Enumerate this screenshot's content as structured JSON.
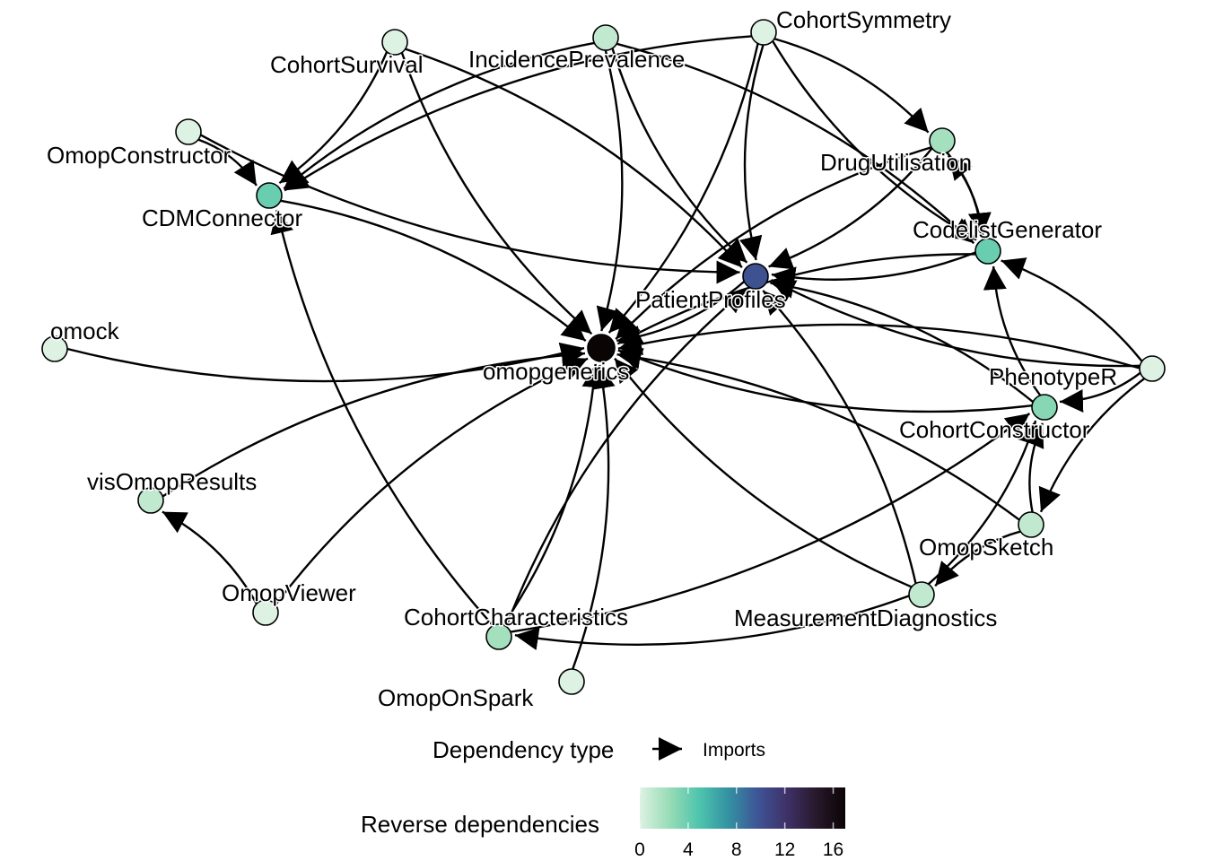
{
  "chart_data": {
    "type": "network",
    "title": "",
    "nodes": [
      {
        "id": "omopgenerics",
        "reverse_dependencies": 17
      },
      {
        "id": "PatientProfiles",
        "reverse_dependencies": 10
      },
      {
        "id": "CDMConnector",
        "reverse_dependencies": 4
      },
      {
        "id": "CodelistGenerator",
        "reverse_dependencies": 4
      },
      {
        "id": "CohortConstructor",
        "reverse_dependencies": 3
      },
      {
        "id": "DrugUtilisation",
        "reverse_dependencies": 2
      },
      {
        "id": "CohortCharacteristics",
        "reverse_dependencies": 2
      },
      {
        "id": "IncidencePrevalence",
        "reverse_dependencies": 1
      },
      {
        "id": "visOmopResults",
        "reverse_dependencies": 1
      },
      {
        "id": "OmopSketch",
        "reverse_dependencies": 1
      },
      {
        "id": "MeasurementDiagnostics",
        "reverse_dependencies": 1
      },
      {
        "id": "CohortSurvival",
        "reverse_dependencies": 0
      },
      {
        "id": "CohortSymmetry",
        "reverse_dependencies": 0
      },
      {
        "id": "OmopConstructor",
        "reverse_dependencies": 0
      },
      {
        "id": "omock",
        "reverse_dependencies": 0
      },
      {
        "id": "PhenotypeR",
        "reverse_dependencies": 0
      },
      {
        "id": "OmopViewer",
        "reverse_dependencies": 0
      },
      {
        "id": "OmopOnSpark",
        "reverse_dependencies": 0
      }
    ],
    "edges": [
      {
        "from": "CohortSurvival",
        "to": "CDMConnector",
        "type": "Imports"
      },
      {
        "from": "CohortSurvival",
        "to": "omopgenerics",
        "type": "Imports"
      },
      {
        "from": "CohortSurvival",
        "to": "PatientProfiles",
        "type": "Imports"
      },
      {
        "from": "IncidencePrevalence",
        "to": "CDMConnector",
        "type": "Imports"
      },
      {
        "from": "IncidencePrevalence",
        "to": "omopgenerics",
        "type": "Imports"
      },
      {
        "from": "IncidencePrevalence",
        "to": "PatientProfiles",
        "type": "Imports"
      },
      {
        "from": "IncidencePrevalence",
        "to": "CodelistGenerator",
        "type": "Imports"
      },
      {
        "from": "CohortSymmetry",
        "to": "CDMConnector",
        "type": "Imports"
      },
      {
        "from": "CohortSymmetry",
        "to": "omopgenerics",
        "type": "Imports"
      },
      {
        "from": "CohortSymmetry",
        "to": "PatientProfiles",
        "type": "Imports"
      },
      {
        "from": "CohortSymmetry",
        "to": "DrugUtilisation",
        "type": "Imports"
      },
      {
        "from": "CohortSymmetry",
        "to": "CodelistGenerator",
        "type": "Imports"
      },
      {
        "from": "OmopConstructor",
        "to": "CDMConnector",
        "type": "Imports"
      },
      {
        "from": "OmopConstructor",
        "to": "PatientProfiles",
        "type": "Imports"
      },
      {
        "from": "CDMConnector",
        "to": "omopgenerics",
        "type": "Imports"
      },
      {
        "from": "omock",
        "to": "omopgenerics",
        "type": "Imports"
      },
      {
        "from": "DrugUtilisation",
        "to": "PatientProfiles",
        "type": "Imports"
      },
      {
        "from": "DrugUtilisation",
        "to": "omopgenerics",
        "type": "Imports"
      },
      {
        "from": "DrugUtilisation",
        "to": "CodelistGenerator",
        "type": "Imports"
      },
      {
        "from": "CodelistGenerator",
        "to": "DrugUtilisation",
        "type": "Imports"
      },
      {
        "from": "CodelistGenerator",
        "to": "PatientProfiles",
        "type": "Imports"
      },
      {
        "from": "CodelistGenerator",
        "to": "omopgenerics",
        "type": "Imports"
      },
      {
        "from": "PatientProfiles",
        "to": "omopgenerics",
        "type": "Imports"
      },
      {
        "from": "PhenotypeR",
        "to": "CodelistGenerator",
        "type": "Imports"
      },
      {
        "from": "PhenotypeR",
        "to": "CohortConstructor",
        "type": "Imports"
      },
      {
        "from": "PhenotypeR",
        "to": "OmopSketch",
        "type": "Imports"
      },
      {
        "from": "PhenotypeR",
        "to": "PatientProfiles",
        "type": "Imports"
      },
      {
        "from": "PhenotypeR",
        "to": "omopgenerics",
        "type": "Imports"
      },
      {
        "from": "CohortConstructor",
        "to": "omopgenerics",
        "type": "Imports"
      },
      {
        "from": "CohortConstructor",
        "to": "PatientProfiles",
        "type": "Imports"
      },
      {
        "from": "CohortConstructor",
        "to": "CodelistGenerator",
        "type": "Imports"
      },
      {
        "from": "OmopSketch",
        "to": "omopgenerics",
        "type": "Imports"
      },
      {
        "from": "OmopSketch",
        "to": "CohortConstructor",
        "type": "Imports"
      },
      {
        "from": "OmopSketch",
        "to": "MeasurementDiagnostics",
        "type": "Imports"
      },
      {
        "from": "MeasurementDiagnostics",
        "to": "CohortCharacteristics",
        "type": "Imports"
      },
      {
        "from": "MeasurementDiagnostics",
        "to": "CohortConstructor",
        "type": "Imports"
      },
      {
        "from": "MeasurementDiagnostics",
        "to": "omopgenerics",
        "type": "Imports"
      },
      {
        "from": "MeasurementDiagnostics",
        "to": "PatientProfiles",
        "type": "Imports"
      },
      {
        "from": "CohortCharacteristics",
        "to": "CDMConnector",
        "type": "Imports"
      },
      {
        "from": "CohortCharacteristics",
        "to": "omopgenerics",
        "type": "Imports"
      },
      {
        "from": "CohortCharacteristics",
        "to": "PatientProfiles",
        "type": "Imports"
      },
      {
        "from": "CohortCharacteristics",
        "to": "CohortConstructor",
        "type": "Imports"
      },
      {
        "from": "visOmopResults",
        "to": "omopgenerics",
        "type": "Imports"
      },
      {
        "from": "OmopViewer",
        "to": "visOmopResults",
        "type": "Imports"
      },
      {
        "from": "OmopViewer",
        "to": "omopgenerics",
        "type": "Imports"
      },
      {
        "from": "OmopOnSpark",
        "to": "omopgenerics",
        "type": "Imports"
      }
    ],
    "legend": {
      "edge_title": "Dependency type",
      "edge_key": "Imports",
      "color_title": "Reverse dependencies",
      "color_ticks": [
        0,
        4,
        8,
        12,
        16
      ],
      "color_range": [
        0,
        17
      ],
      "color_stops": [
        "#ddf2e3",
        "#99dcb6",
        "#4fc5ad",
        "#3393a2",
        "#3e5597",
        "#3f3168",
        "#28192c",
        "#0b0405"
      ],
      "placement": "bottom"
    }
  }
}
